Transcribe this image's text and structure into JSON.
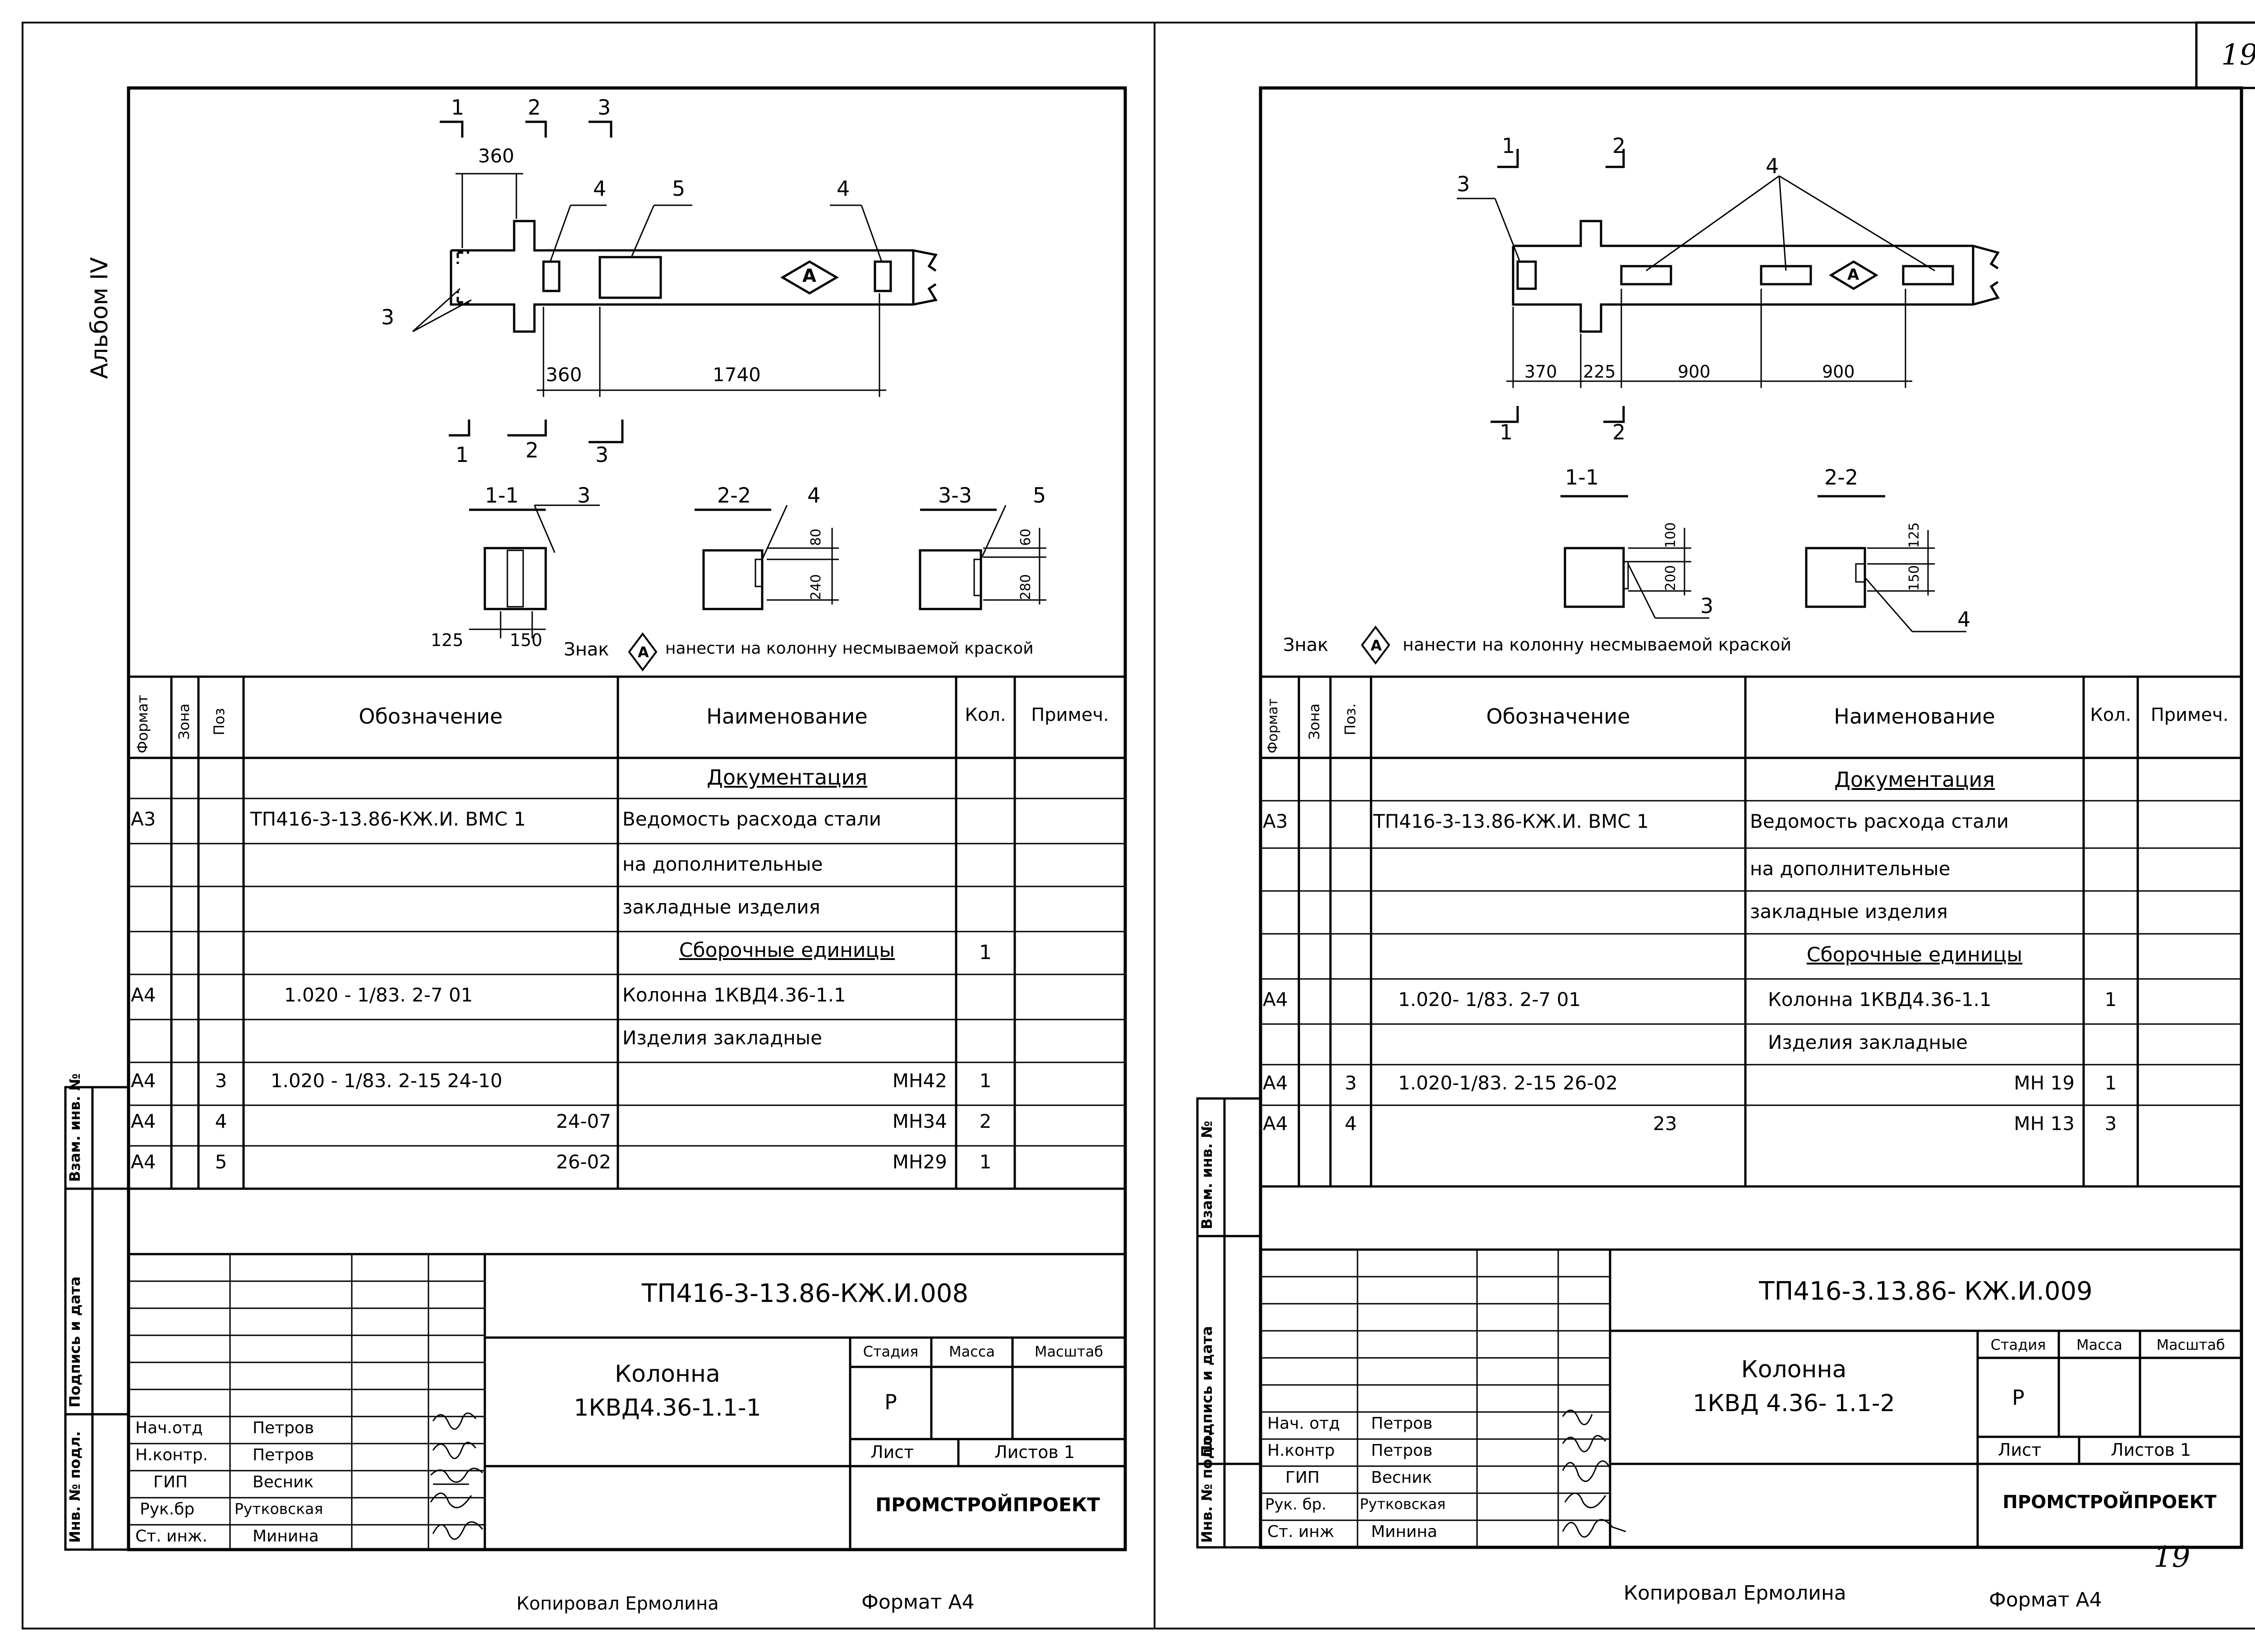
{
  "page_number": "19",
  "page_number_handwritten": "19",
  "album": "Альбом IV",
  "copied_by": "Копировал Ермолина",
  "format_label": "Формат А4",
  "side_stamps": [
    "Инв. № подл.",
    "Подпись и дата",
    "Взам. инв. №"
  ],
  "spec_headers": {
    "format": "Формат",
    "zone": "Зона",
    "pos": "Поз",
    "pos2": "Поз.",
    "designation": "Обозначение",
    "name": "Наименование",
    "qty": "Кол.",
    "note": "Примеч."
  },
  "left": {
    "dims_top": "360",
    "dims_bottom": [
      "360",
      "1740"
    ],
    "section_marks": [
      "1",
      "2",
      "3"
    ],
    "callouts_plan": [
      "3",
      "4",
      "5",
      "4"
    ],
    "sign_letter": "А",
    "sections": [
      {
        "title": "1-1",
        "callout": "3",
        "dims": [
          "125",
          "150"
        ]
      },
      {
        "title": "2-2",
        "callout": "4",
        "dims": [
          "80",
          "240"
        ]
      },
      {
        "title": "3-3",
        "callout": "5",
        "dims": [
          "60",
          "280"
        ]
      }
    ],
    "sign_note_prefix": "Знак",
    "sign_note": "нанести на колонну несмываемой краской",
    "rows": [
      {
        "format": "",
        "zone": "",
        "pos": "",
        "designation": "",
        "name": "Документация",
        "qty": "",
        "note": ""
      },
      {
        "format": "А3",
        "zone": "",
        "pos": "",
        "designation": "ТП416-3-13.86-КЖ.И.    ВМС 1",
        "name": "Ведомость расхода стали",
        "qty": "",
        "note": ""
      },
      {
        "format": "",
        "zone": "",
        "pos": "",
        "designation": "",
        "name": "на дополнительные",
        "qty": "",
        "note": ""
      },
      {
        "format": "",
        "zone": "",
        "pos": "",
        "designation": "",
        "name": "закладные изделия",
        "qty": "",
        "note": ""
      },
      {
        "format": "",
        "zone": "",
        "pos": "",
        "designation": "",
        "name": "Сборочные единицы",
        "qty": "1",
        "note": ""
      },
      {
        "format": "А4",
        "zone": "",
        "pos": "",
        "designation": "1.020 - 1/83. 2-7    01",
        "name": "Колонна 1КВД4.36-1.1",
        "qty": "",
        "note": ""
      },
      {
        "format": "",
        "zone": "",
        "pos": "",
        "designation": "",
        "name": "Изделия закладные",
        "qty": "",
        "note": ""
      },
      {
        "format": "А4",
        "zone": "",
        "pos": "3",
        "designation": "1.020 - 1/83. 2-15    24-10",
        "name": "МН42",
        "qty": "1",
        "note": ""
      },
      {
        "format": "А4",
        "zone": "",
        "pos": "4",
        "designation": "24-07",
        "name": "МН34",
        "qty": "2",
        "note": ""
      },
      {
        "format": "А4",
        "zone": "",
        "pos": "5",
        "designation": "26-02",
        "name": "МН29",
        "qty": "1",
        "note": ""
      }
    ],
    "doc_code": "ТП416-3-13.86-КЖ.И.008",
    "title_lines": [
      "Колонна",
      "1КВД4.36-1.1-1"
    ],
    "stage_headers": [
      "Стадия",
      "Масса",
      "Масштаб"
    ],
    "stage": "Р",
    "sheet": "Лист",
    "sheets": "Листов 1",
    "org": "ПРОМСТРОЙПРОЕКТ",
    "signers": [
      {
        "role": "Нач.отд",
        "name": "Петров"
      },
      {
        "role": "Н.контр.",
        "name": "Петров"
      },
      {
        "role": "ГИП",
        "name": "Весник"
      },
      {
        "role": "Рук.бр",
        "name": "Рутковская"
      },
      {
        "role": "Ст. инж.",
        "name": "Минина"
      }
    ]
  },
  "right": {
    "dims_bottom": [
      "370",
      "225",
      "900",
      "900"
    ],
    "section_marks": [
      "1",
      "2"
    ],
    "callouts_plan": [
      "3",
      "4"
    ],
    "sign_letter": "А",
    "sections": [
      {
        "title": "1-1",
        "callout": "3",
        "dims": [
          "100",
          "200"
        ]
      },
      {
        "title": "2-2",
        "callout": "4",
        "dims": [
          "125",
          "150"
        ]
      }
    ],
    "sign_note_prefix": "Знак",
    "sign_note": "нанести на колонну несмываемой краской",
    "rows": [
      {
        "format": "",
        "zone": "",
        "pos": "",
        "designation": "",
        "name": "Документация",
        "qty": "",
        "note": ""
      },
      {
        "format": "А3",
        "zone": "",
        "pos": "",
        "designation": "ТП416-3-13.86-КЖ.И.    ВМС 1",
        "name": "Ведомость расхода стали",
        "qty": "",
        "note": ""
      },
      {
        "format": "",
        "zone": "",
        "pos": "",
        "designation": "",
        "name": "на дополнительные",
        "qty": "",
        "note": ""
      },
      {
        "format": "",
        "zone": "",
        "pos": "",
        "designation": "",
        "name": "закладные изделия",
        "qty": "",
        "note": ""
      },
      {
        "format": "",
        "zone": "",
        "pos": "",
        "designation": "",
        "name": "Сборочные единицы",
        "qty": "",
        "note": ""
      },
      {
        "format": "А4",
        "zone": "",
        "pos": "",
        "designation": "1.020- 1/83. 2-7    01",
        "name": "Колонна 1КВД4.36-1.1",
        "qty": "1",
        "note": ""
      },
      {
        "format": "",
        "zone": "",
        "pos": "",
        "designation": "",
        "name": "Изделия закладные",
        "qty": "",
        "note": ""
      },
      {
        "format": "А4",
        "zone": "",
        "pos": "3",
        "designation": "1.020-1/83. 2-15    26-02",
        "name": "МН 19",
        "qty": "1",
        "note": ""
      },
      {
        "format": "А4",
        "zone": "",
        "pos": "4",
        "designation": "23",
        "name": "МН 13",
        "qty": "3",
        "note": ""
      }
    ],
    "doc_code": "ТП416-3.13.86- КЖ.И.009",
    "title_lines": [
      "Колонна",
      "1КВД 4.36- 1.1-2"
    ],
    "stage_headers": [
      "Стадия",
      "Масса",
      "Масштаб"
    ],
    "stage": "Р",
    "sheet": "Лист",
    "sheets": "Листов 1",
    "org": "ПРОМСТРОЙПРОЕКТ",
    "signers": [
      {
        "role": "Нач. отд",
        "name": "Петров"
      },
      {
        "role": "Н.контр",
        "name": "Петров"
      },
      {
        "role": "ГИП",
        "name": "Весник"
      },
      {
        "role": "Рук. бр.",
        "name": "Рутковская"
      },
      {
        "role": "Ст. инж",
        "name": "Минина"
      }
    ]
  }
}
